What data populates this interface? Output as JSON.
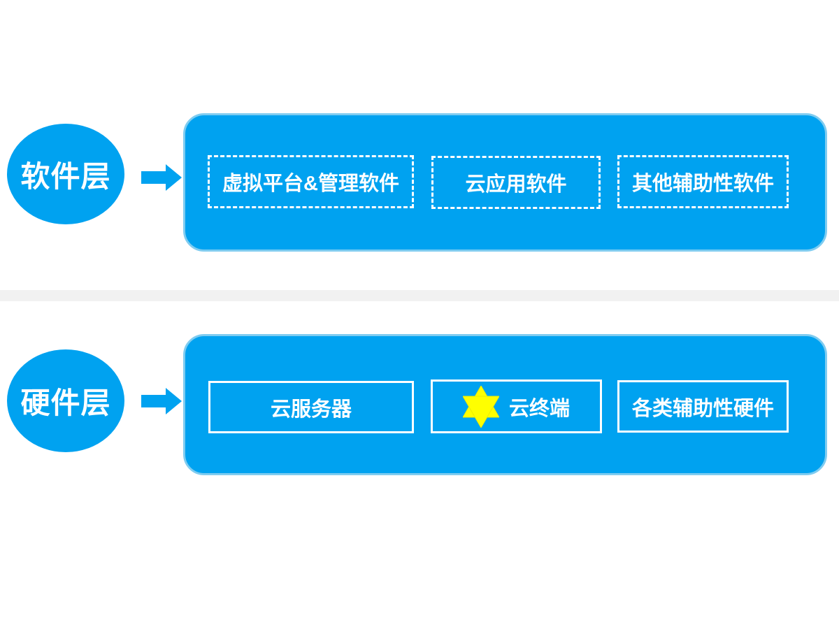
{
  "colors": {
    "primary_blue": "#00a2f0",
    "panel_edge_light_blue": "#7fccf0",
    "divider_gray": "#f1f1f1",
    "star_yellow": "#ffff00",
    "text_white": "#ffffff"
  },
  "icons": {
    "arrow": "arrow-right-icon",
    "star": "star-icon"
  },
  "layers": [
    {
      "name": "软件层",
      "panel_items": [
        {
          "label": "虚拟平台&管理软件",
          "border_style": "dashed"
        },
        {
          "label": "云应用软件",
          "border_style": "dashed"
        },
        {
          "label": "其他辅助性软件",
          "border_style": "dashed"
        }
      ]
    },
    {
      "name": "硬件层",
      "panel_items": [
        {
          "label": "云服务器",
          "border_style": "solid"
        },
        {
          "label": "云终端",
          "border_style": "solid",
          "icon": "star-icon"
        },
        {
          "label": "各类辅助性硬件",
          "border_style": "solid"
        }
      ]
    }
  ]
}
